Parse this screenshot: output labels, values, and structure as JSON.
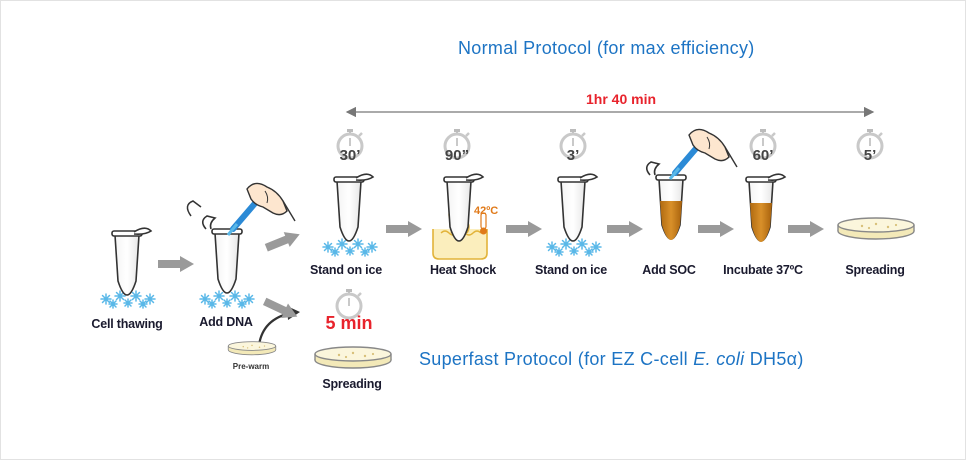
{
  "normal": {
    "title": "Normal Protocol (for max efficiency)",
    "duration": "1hr 40 min",
    "steps": [
      {
        "time": "30’",
        "label": "Stand on ice"
      },
      {
        "time": "90”",
        "label": "Heat Shock",
        "temp": "42ºC"
      },
      {
        "time": "3’",
        "label": "Stand on ice"
      },
      {
        "time": "",
        "label": "Add SOC"
      },
      {
        "time": "60’",
        "label": "Incubate 37ºC"
      },
      {
        "time": "5’",
        "label": "Spreading"
      }
    ]
  },
  "common": {
    "cell_thawing": "Cell thawing",
    "add_dna": "Add DNA"
  },
  "fast": {
    "title_prefix": "Superfast Protocol (for EZ C-cell ",
    "organism": "E. coli",
    "title_suffix": " DH5α)",
    "time": "5 min",
    "prewarm": "Pre-warm",
    "spreading": "Spreading"
  },
  "colors": {
    "title_blue": "#1d74c4",
    "accent_red": "#e8232c",
    "heat_orange": "#e07a1a",
    "ice_blue": "#5ab8e8",
    "soc_amber": "#c47d18",
    "arrow_gray": "#9a9a9a"
  }
}
